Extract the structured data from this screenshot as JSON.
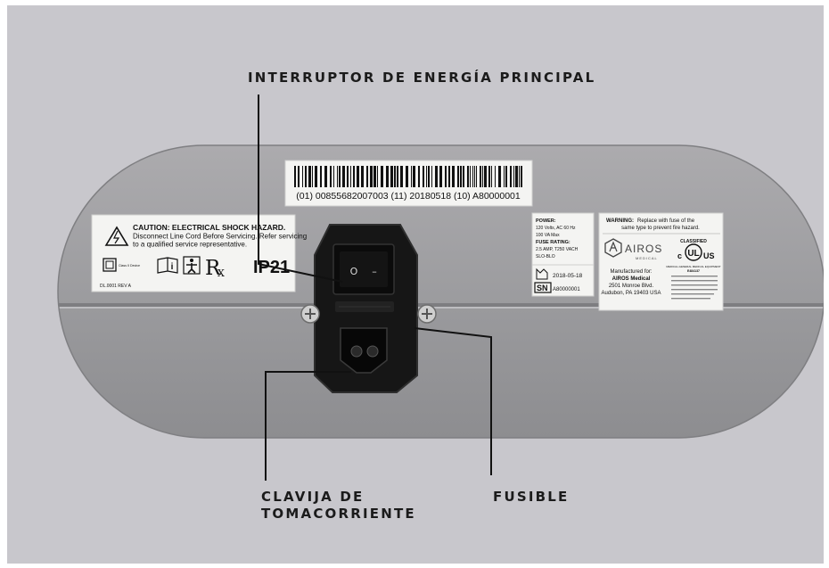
{
  "callouts": {
    "power_switch": "INTERRUPTOR DE ENERGÍA PRINCIPAL",
    "socket_line1": "CLAVIJA DE",
    "socket_line2": "TOMACORRIENTE",
    "fuse": "FUSIBLE"
  },
  "barcode_label": {
    "text": "(01) 00855682007003 (11) 20180518 (10) A80000001"
  },
  "caution_label": {
    "title": "CAUTION: ELECTRICAL SHOCK HAZARD.",
    "line1": "Disconnect Line Cord Before Servicing. Refer servicing",
    "line2": "to a qualified service representative.",
    "class_text": "Class II Device",
    "rx": "R",
    "rx_sub": "X",
    "ip_rating": "IP21",
    "doc_number": "DL.0001 REV A"
  },
  "power_label": {
    "power_head": "POWER:",
    "power_line1": "120 Volts, AC 60 Hz",
    "power_line2": "100 VA Max",
    "fuse_head": "FUSE RATING:",
    "fuse_line1": "2.5 AMP, T250 VACH",
    "fuse_line2": "SLO-BLO",
    "date": "2018-05-18",
    "sn_tag": "SN",
    "sn_value": "A80000001"
  },
  "warning_label": {
    "head": "WARNING:",
    "line1": "Replace with fuse of the",
    "line2": "same type to prevent fire hazard.",
    "brand": "AIROS",
    "brand_sub": "MEDICAL",
    "mfg_line1": "Manufactured for:",
    "mfg_line2": "AIROS Medical",
    "mfg_line3": "2501 Monroe Blvd.",
    "mfg_line4": "Audubon, PA 19403 USA",
    "ul_classified": "CLASSIFIED",
    "ul_c": "c",
    "ul_mark": "UL",
    "ul_us": "US",
    "ul_text1": "MEDICAL-GENERAL MEDICAL EQUIPMENT",
    "ul_text2": "E484137"
  },
  "module": {
    "switch_off": "O",
    "switch_on": "–"
  },
  "colors": {
    "background": "#c8c7cc",
    "panel": "#9d9d9f",
    "module": "#161616",
    "label": "#f4f4f2"
  }
}
